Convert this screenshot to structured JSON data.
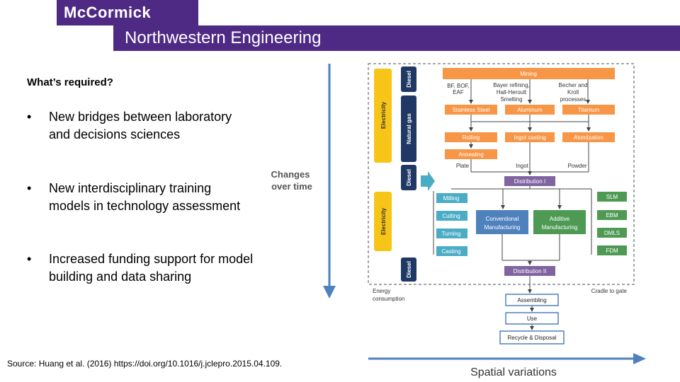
{
  "header": {
    "brand": "McCormick",
    "school": "Northwestern Engineering"
  },
  "content": {
    "question": "What’s required?",
    "bullets": [
      "New bridges between laboratory and decisions sciences",
      "New interdisciplinary training models in technology assessment",
      "Increased funding support for model building and data sharing"
    ],
    "source": "Source: Huang et al. (2016) https://doi.org/10.1016/j.jclepro.2015.04.109."
  },
  "figure": {
    "changes_over_time": [
      "Changes",
      "over time"
    ],
    "spatial_variations": "Spatial variations",
    "energy_consumption": [
      "Energy",
      "consumption"
    ],
    "cradle_to_gate": "Cradle to gate",
    "energy_bars": {
      "diesel": "Diesel",
      "electricity": "Electricity",
      "natural_gas": "Natural gas"
    },
    "mining": "Mining",
    "process_notes": {
      "bf": [
        "BF, BOF,",
        "EAF"
      ],
      "bayer": [
        "Bayer refining,",
        "Hall-Heroult",
        "Smelting"
      ],
      "becher": [
        "Becher and",
        "Kroll",
        "processes"
      ]
    },
    "metals": [
      "Stainless Steel",
      "Aluminum",
      "Titanium"
    ],
    "stage2": [
      "Rolling",
      "Ingot casting",
      "Atomization"
    ],
    "annealing": "Annealing",
    "forms": [
      "Plate",
      "Ingot",
      "Powder"
    ],
    "distribution_1": "Distribution I",
    "conventional_ops": [
      "Milling",
      "Cutting",
      "Turning",
      "Casting"
    ],
    "conventional": [
      "Conventional",
      "Manufacturing"
    ],
    "additive": [
      "Additive",
      "Manufacturing"
    ],
    "additive_ops": [
      "SLM",
      "EBM",
      "DMLS",
      "FDM"
    ],
    "distribution_2": "Distribution II",
    "downstream": [
      "Assembling",
      "Use",
      "Recycle & Disposal"
    ]
  },
  "colors": {
    "brand_purple": "#4e2a84",
    "orange": "#f79646",
    "purple_box": "#8064a2",
    "blue_box": "#4f81bd",
    "teal_box": "#4bacc6",
    "green_box": "#4e9a55",
    "yellow_bar": "#f7c518",
    "navy_bar": "#1f3864",
    "arrow_blue": "#4f81bd"
  }
}
